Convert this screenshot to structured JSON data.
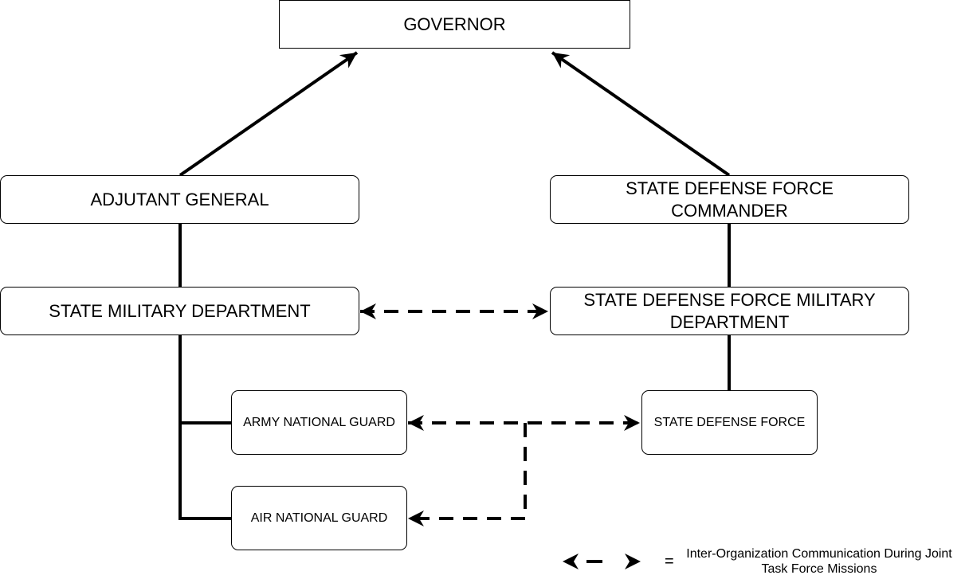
{
  "nodes": {
    "governor": "GOVERNOR",
    "adjutant_general": "ADJUTANT GENERAL",
    "sdf_commander": "STATE DEFENSE FORCE COMMANDER",
    "state_military_department": "STATE MILITARY DEPARTMENT",
    "sdf_military_department": "STATE DEFENSE FORCE MILITARY DEPARTMENT",
    "army_national_guard": "ARMY NATIONAL GUARD",
    "air_national_guard": "AIR NATIONAL GUARD",
    "state_defense_force": "STATE DEFENSE FORCE"
  },
  "legend": {
    "symbol": "=",
    "text": "Inter-Organization Communication During Joint Task Force Missions"
  },
  "colors": {
    "line": "#000000",
    "background": "#ffffff"
  }
}
